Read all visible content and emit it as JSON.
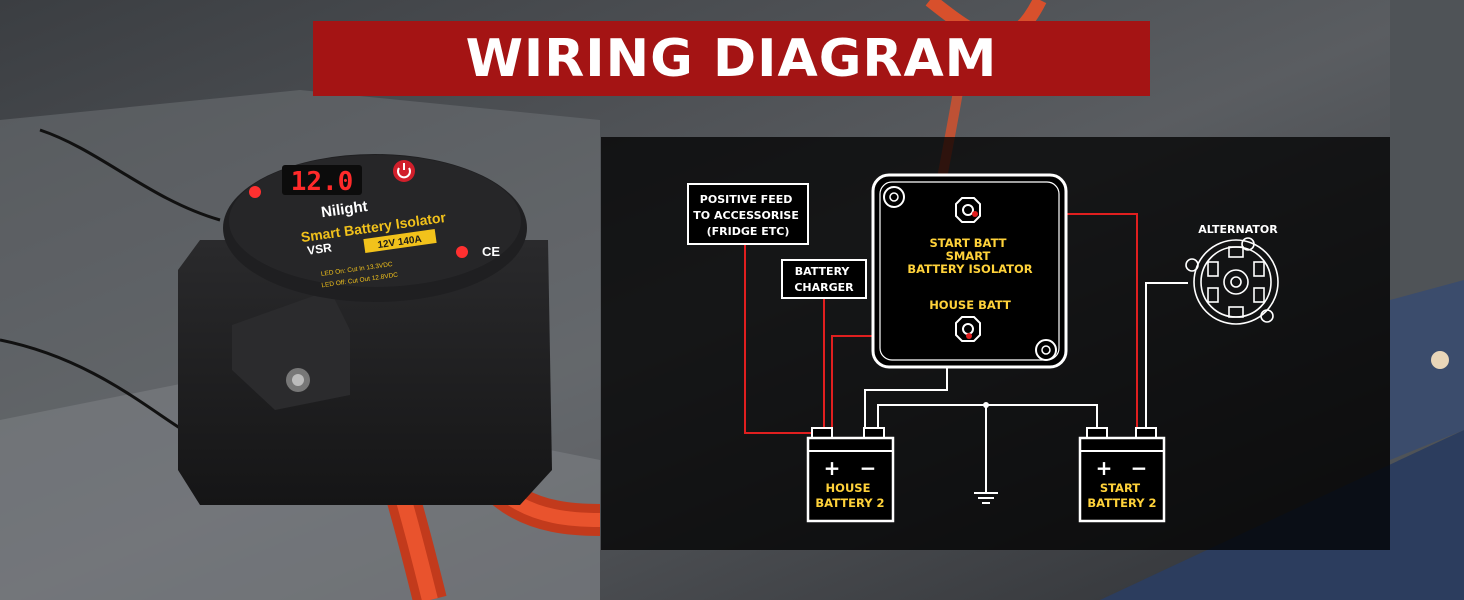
{
  "header": {
    "title": "WIRING DIAGRAM"
  },
  "device": {
    "display_reading": "12.0",
    "brand": "Nilight",
    "product_name": "Smart Battery Isolator",
    "model": "VSR",
    "rating": "12V 140A",
    "certification": "CE",
    "led_on_text": "LED On:  Cut In 13.3VDC",
    "led_off_text": "LED Off:  Cut Out 12.8VDC"
  },
  "diagram": {
    "positive_feed": [
      "POSITIVE FEED",
      "TO ACCESSORISE",
      "(FRIDGE ETC)"
    ],
    "battery_charger": [
      "BATTERY",
      "CHARGER"
    ],
    "isolator_start_label": [
      "START BATT",
      "SMART",
      "BATTERY ISOLATOR"
    ],
    "isolator_house_label": "HOUSE BATT",
    "alternator": "ALTERNATOR",
    "house_battery": [
      "HOUSE",
      "BATTERY 2"
    ],
    "start_battery": [
      "START",
      "BATTERY 2"
    ],
    "plus_sign": "+",
    "minus_sign": "−"
  },
  "colors": {
    "banner": "#a41414",
    "wire_positive": "#e01f1f",
    "wire_ground": "#ffffff",
    "display": "#ff2a2a",
    "device_label": "#f2c21b"
  }
}
